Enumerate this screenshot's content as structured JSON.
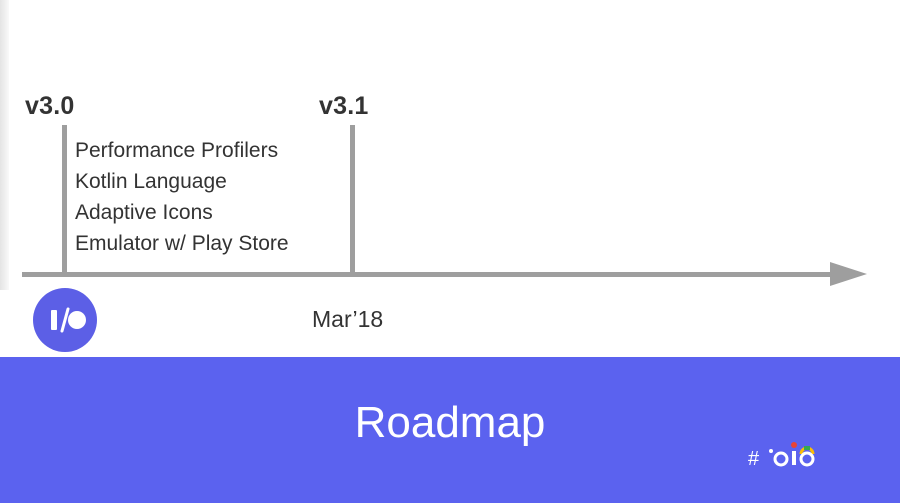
{
  "timeline": {
    "milestones": [
      {
        "version": "v3.0",
        "features": [
          "Performance Profilers",
          "Kotlin Language",
          "Adaptive Icons",
          "Emulator w/ Play Store"
        ]
      },
      {
        "version": "v3.1",
        "date": "Mar’18"
      }
    ]
  },
  "logo": {
    "icon": "io-logo-icon",
    "color": "#5c5fe6"
  },
  "banner": {
    "title": "Roadmap",
    "color": "#5b62ef"
  },
  "hashtag": {
    "icon": "io-hashtag-logo"
  },
  "colors": {
    "axis": "#9e9e9e",
    "text": "#333333"
  }
}
